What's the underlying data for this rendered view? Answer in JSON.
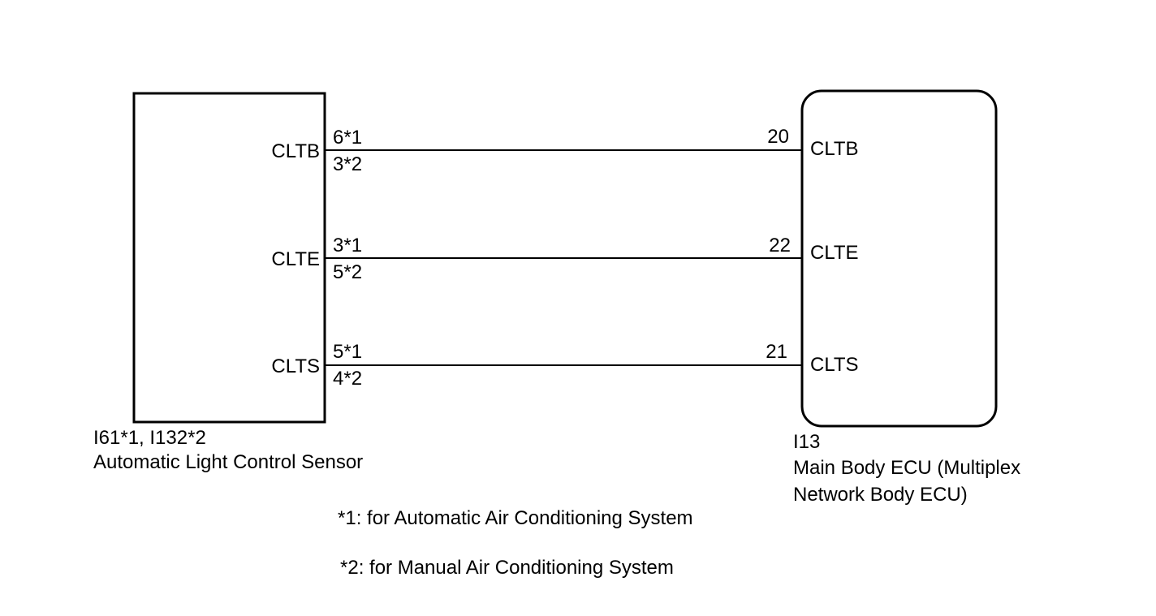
{
  "left_component": {
    "connector_id": "I61*1, I132*2",
    "name": "Automatic Light Control Sensor",
    "terminals": [
      {
        "label": "CLTB",
        "pin_a": "6*1",
        "pin_b": "3*2"
      },
      {
        "label": "CLTE",
        "pin_a": "3*1",
        "pin_b": "5*2"
      },
      {
        "label": "CLTS",
        "pin_a": "5*1",
        "pin_b": "4*2"
      }
    ]
  },
  "right_component": {
    "connector_id": "I13",
    "name_line1": "Main Body ECU (Multiplex",
    "name_line2": "Network Body ECU)",
    "terminals": [
      {
        "label": "CLTB",
        "pin": "20"
      },
      {
        "label": "CLTE",
        "pin": "22"
      },
      {
        "label": "CLTS",
        "pin": "21"
      }
    ]
  },
  "notes": [
    "*1: for Automatic Air Conditioning System",
    "*2: for Manual Air Conditioning System"
  ]
}
